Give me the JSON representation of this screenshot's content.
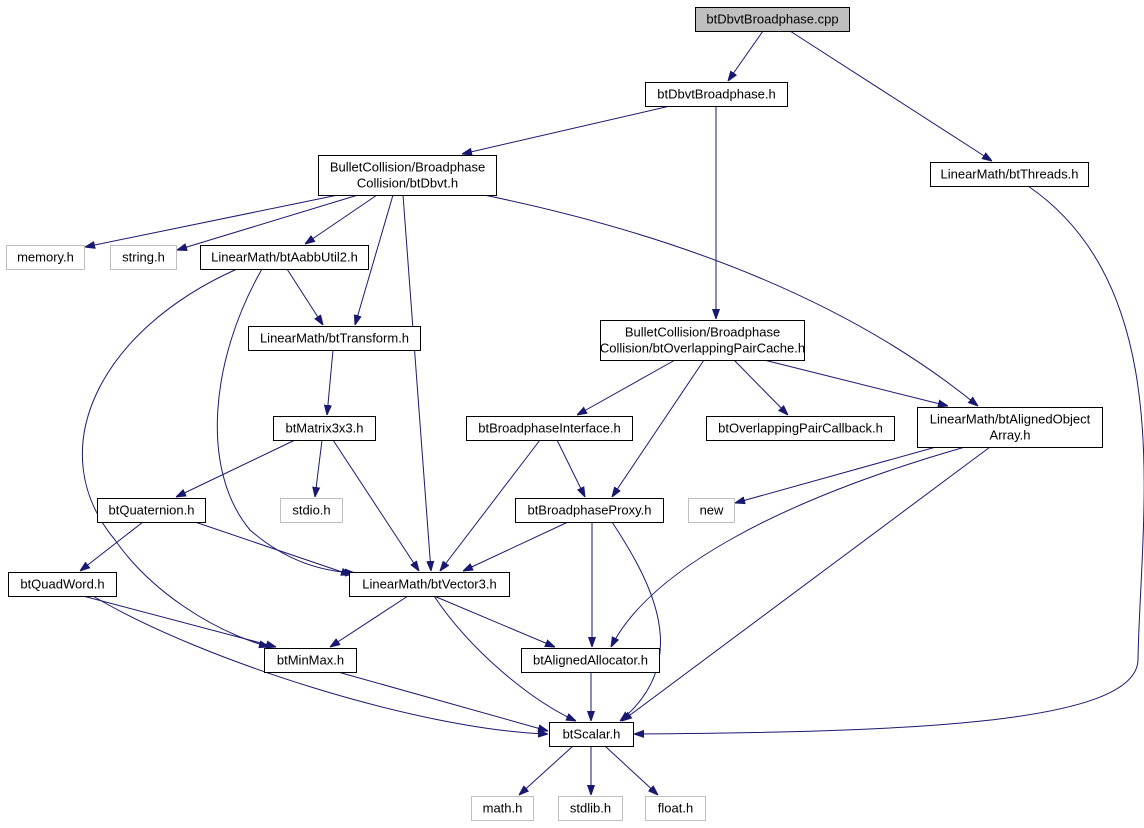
{
  "graph": {
    "colors": {
      "edge": "#191970",
      "node_border": "#000000",
      "external_border": "#bfbfbf",
      "root_fill": "#bfbfbf",
      "node_fill": "#ffffff"
    },
    "nodes": [
      {
        "id": "root",
        "lines": [
          "btDbvtBroadphase.cpp"
        ],
        "kind": "root"
      },
      {
        "id": "bpH",
        "lines": [
          "btDbvtBroadphase.h"
        ],
        "kind": "header"
      },
      {
        "id": "dbvt",
        "lines": [
          "BulletCollision/Broadphase",
          "Collision/btDbvt.h"
        ],
        "kind": "header"
      },
      {
        "id": "threads",
        "lines": [
          "LinearMath/btThreads.h"
        ],
        "kind": "header"
      },
      {
        "id": "memory",
        "lines": [
          "memory.h"
        ],
        "kind": "external"
      },
      {
        "id": "string",
        "lines": [
          "string.h"
        ],
        "kind": "external"
      },
      {
        "id": "aabb",
        "lines": [
          "LinearMath/btAabbUtil2.h"
        ],
        "kind": "header"
      },
      {
        "id": "transform",
        "lines": [
          "LinearMath/btTransform.h"
        ],
        "kind": "header"
      },
      {
        "id": "opc",
        "lines": [
          "BulletCollision/Broadphase",
          "Collision/btOverlappingPairCache.h"
        ],
        "kind": "header"
      },
      {
        "id": "matrix",
        "lines": [
          "btMatrix3x3.h"
        ],
        "kind": "header"
      },
      {
        "id": "bpi",
        "lines": [
          "btBroadphaseInterface.h"
        ],
        "kind": "header"
      },
      {
        "id": "opcb",
        "lines": [
          "btOverlappingPairCallback.h"
        ],
        "kind": "header"
      },
      {
        "id": "aoa",
        "lines": [
          "LinearMath/btAlignedObject",
          "Array.h"
        ],
        "kind": "header"
      },
      {
        "id": "quat",
        "lines": [
          "btQuaternion.h"
        ],
        "kind": "header"
      },
      {
        "id": "stdio",
        "lines": [
          "stdio.h"
        ],
        "kind": "external"
      },
      {
        "id": "bpp",
        "lines": [
          "btBroadphaseProxy.h"
        ],
        "kind": "header"
      },
      {
        "id": "new",
        "lines": [
          "new"
        ],
        "kind": "external"
      },
      {
        "id": "quadword",
        "lines": [
          "btQuadWord.h"
        ],
        "kind": "header"
      },
      {
        "id": "vec3",
        "lines": [
          "LinearMath/btVector3.h"
        ],
        "kind": "header"
      },
      {
        "id": "minmax",
        "lines": [
          "btMinMax.h"
        ],
        "kind": "header"
      },
      {
        "id": "alloc",
        "lines": [
          "btAlignedAllocator.h"
        ],
        "kind": "header"
      },
      {
        "id": "scalar",
        "lines": [
          "btScalar.h"
        ],
        "kind": "header"
      },
      {
        "id": "math",
        "lines": [
          "math.h"
        ],
        "kind": "external"
      },
      {
        "id": "stdlib",
        "lines": [
          "stdlib.h"
        ],
        "kind": "external"
      },
      {
        "id": "float",
        "lines": [
          "float.h"
        ],
        "kind": "external"
      }
    ],
    "edges": [
      {
        "from": "root",
        "to": "bpH"
      },
      {
        "from": "root",
        "to": "threads"
      },
      {
        "from": "bpH",
        "to": "dbvt"
      },
      {
        "from": "bpH",
        "to": "opc"
      },
      {
        "from": "dbvt",
        "to": "memory"
      },
      {
        "from": "dbvt",
        "to": "string"
      },
      {
        "from": "dbvt",
        "to": "aabb"
      },
      {
        "from": "dbvt",
        "to": "transform"
      },
      {
        "from": "dbvt",
        "to": "vec3"
      },
      {
        "from": "dbvt",
        "to": "aoa"
      },
      {
        "from": "threads",
        "to": "scalar"
      },
      {
        "from": "aabb",
        "to": "transform"
      },
      {
        "from": "aabb",
        "to": "minmax"
      },
      {
        "from": "aabb",
        "to": "vec3"
      },
      {
        "from": "transform",
        "to": "matrix"
      },
      {
        "from": "matrix",
        "to": "quat"
      },
      {
        "from": "matrix",
        "to": "stdio"
      },
      {
        "from": "matrix",
        "to": "vec3"
      },
      {
        "from": "opc",
        "to": "bpi"
      },
      {
        "from": "opc",
        "to": "opcb"
      },
      {
        "from": "opc",
        "to": "aoa"
      },
      {
        "from": "opc",
        "to": "bpp"
      },
      {
        "from": "bpi",
        "to": "bpp"
      },
      {
        "from": "bpi",
        "to": "vec3"
      },
      {
        "from": "aoa",
        "to": "new"
      },
      {
        "from": "aoa",
        "to": "alloc"
      },
      {
        "from": "aoa",
        "to": "scalar"
      },
      {
        "from": "quat",
        "to": "quadword"
      },
      {
        "from": "quat",
        "to": "vec3"
      },
      {
        "from": "bpp",
        "to": "vec3"
      },
      {
        "from": "bpp",
        "to": "alloc"
      },
      {
        "from": "bpp",
        "to": "scalar"
      },
      {
        "from": "quadword",
        "to": "minmax"
      },
      {
        "from": "quadword",
        "to": "scalar"
      },
      {
        "from": "vec3",
        "to": "minmax"
      },
      {
        "from": "vec3",
        "to": "alloc"
      },
      {
        "from": "vec3",
        "to": "scalar"
      },
      {
        "from": "minmax",
        "to": "scalar"
      },
      {
        "from": "alloc",
        "to": "scalar"
      },
      {
        "from": "scalar",
        "to": "math"
      },
      {
        "from": "scalar",
        "to": "stdlib"
      },
      {
        "from": "scalar",
        "to": "float"
      }
    ]
  }
}
